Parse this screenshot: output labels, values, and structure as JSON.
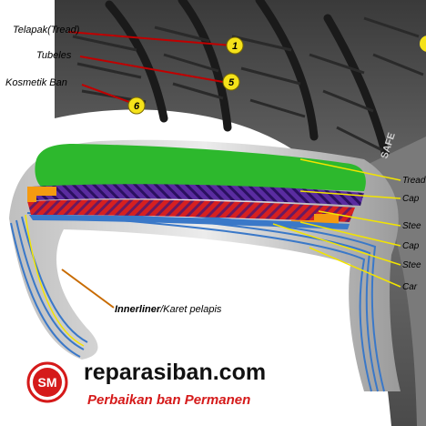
{
  "callouts_top": [
    {
      "label": "Telapak(Tread)",
      "number": "1"
    },
    {
      "label": "Tubeles",
      "number": "5"
    },
    {
      "label": "Kosmetik Ban",
      "number": "6"
    }
  ],
  "layers": [
    {
      "label": "Tread"
    },
    {
      "label": "Cap"
    },
    {
      "label": "Stee"
    },
    {
      "label": "Cap"
    },
    {
      "label": "Stee"
    },
    {
      "label": "Car"
    }
  ],
  "innerliner": {
    "bold": "Innerliner",
    "rest": "/Karet pelapis"
  },
  "brand": {
    "badge": "SM",
    "site": "reparasiban.com",
    "tagline": "Perbaikan ban Permanen"
  },
  "colors": {
    "tread": "#2db82d",
    "cap_ply": "#5a2ca0",
    "steel_belt": "#d62020",
    "orange_edge": "#f59a10",
    "carcass_blue": "#3a78c8",
    "leader_red": "#c00000",
    "leader_yellow": "#f2e400",
    "brand_red": "#d51a1a"
  }
}
